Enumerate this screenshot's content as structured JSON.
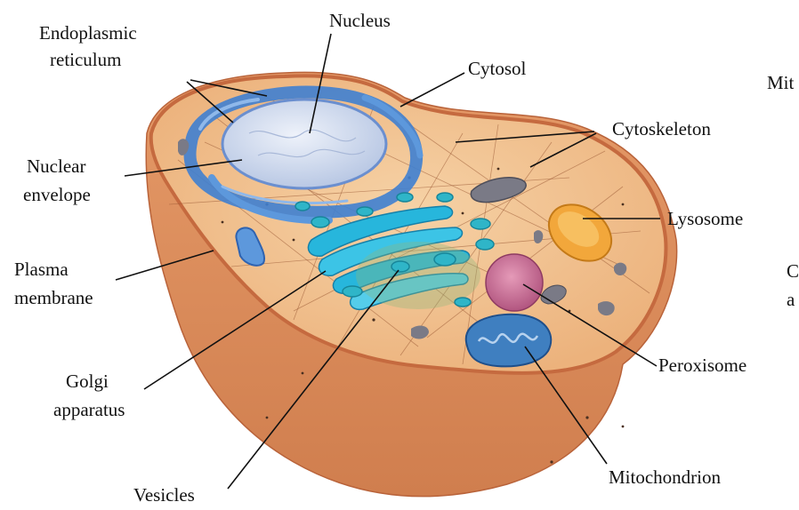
{
  "labels": {
    "endoplasmic_reticulum": [
      "Endoplasmic",
      "reticulum"
    ],
    "nucleus": "Nucleus",
    "cytosol": "Cytosol",
    "cytoskeleton": "Cytoskeleton",
    "nuclear_envelope": [
      "Nuclear",
      "envelope"
    ],
    "lysosome": "Lysosome",
    "plasma_membrane": [
      "Plasma",
      "membrane"
    ],
    "golgi_apparatus": [
      "Golgi",
      "apparatus"
    ],
    "peroxisome": "Peroxisome",
    "vesicles": "Vesicles",
    "mitochondrion": "Mitochondrion",
    "cutoff_top_right": "Mit",
    "cutoff_mid_right": [
      "C",
      "a"
    ]
  },
  "colors": {
    "cell_side": "#dc8f5f",
    "cell_top": "#f2c593",
    "membrane_rim": "#c56a3f",
    "nucleus": "#cfd9ec",
    "er": "#3f7fd0",
    "golgi": "#27b6dc",
    "lysosome": "#f2a73b",
    "peroxisome": "#c56f93",
    "mitochondrion": "#3f7fc0"
  }
}
